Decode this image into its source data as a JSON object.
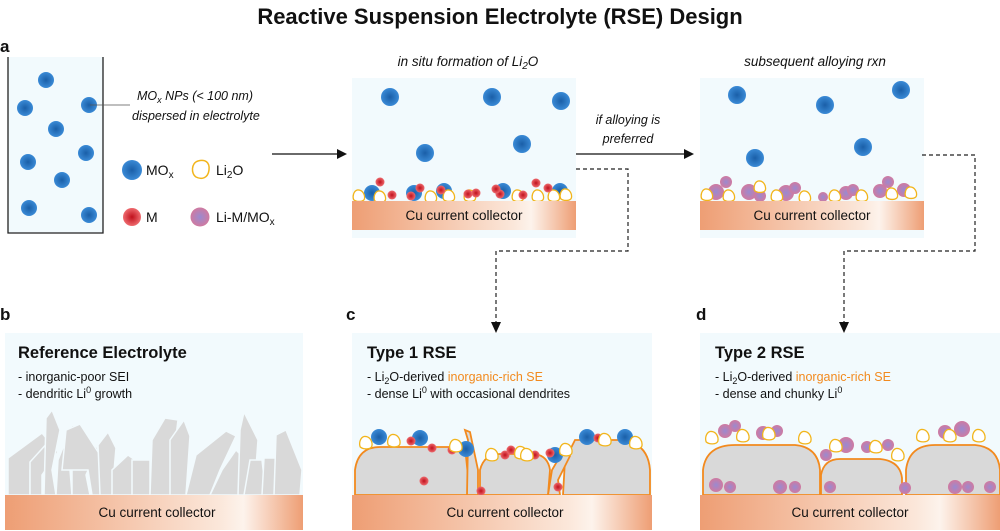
{
  "title": "Reactive Suspension Electrolyte (RSE) Design",
  "colors": {
    "mox": "#2a78c8",
    "metal": "#d8323c",
    "li2o_stroke": "#f2b51c",
    "alloy": "#b07ab8",
    "panel_bg": "#f2fafd",
    "cu_start": "#ee9e74",
    "cu_mid": "#fcefe6",
    "sei_stroke": "#f28a1e",
    "lithium": "#d8d8d8",
    "accent_text": "#f28a1e"
  },
  "panel_a": {
    "label": "a",
    "annotation_line1_pre": "MO",
    "annotation_line1_sub": "x",
    "annotation_line1_post": " NPs (< 100 nm)",
    "annotation_line2": "dispersed in electrolyte",
    "legend": {
      "mox_pre": "MO",
      "mox_sub": "x",
      "li2o_pre": "Li",
      "li2o_sub": "2",
      "li2o_post": "O",
      "metal": "M",
      "alloy_pre": "Li-M/MO",
      "alloy_sub": "x"
    },
    "step1_title_pre": "in situ formation of Li",
    "step1_title_sub": "2",
    "step1_title_post": "O",
    "step2_title": "subsequent alloying rxn",
    "branch_line1": "if alloying is",
    "branch_line2": "preferred",
    "cu_label": "Cu current collector"
  },
  "panel_b": {
    "label": "b",
    "heading": "Reference Electrolyte",
    "bullet1": "- inorganic-poor SEI",
    "bullet2_pre": "- dendritic Li",
    "bullet2_sup": "0",
    "bullet2_post": " growth",
    "cu_label": "Cu current collector"
  },
  "panel_c": {
    "label": "c",
    "heading": "Type 1 RSE",
    "bullet1_pre": "- Li",
    "bullet1_sub": "2",
    "bullet1_mid": "O-derived ",
    "bullet1_accent": "inorganic-rich SE",
    "bullet2_pre": "- dense Li",
    "bullet2_sup": "0",
    "bullet2_post": " with occasional dendrites",
    "cu_label": "Cu current collector"
  },
  "panel_d": {
    "label": "d",
    "heading": "Type 2 RSE",
    "bullet1_pre": "- Li",
    "bullet1_sub": "2",
    "bullet1_mid": "O-derived ",
    "bullet1_accent": "inorganic-rich SE",
    "bullet2_pre": "- dense and chunky Li",
    "bullet2_sup": "0",
    "cu_label": "Cu current collector"
  }
}
